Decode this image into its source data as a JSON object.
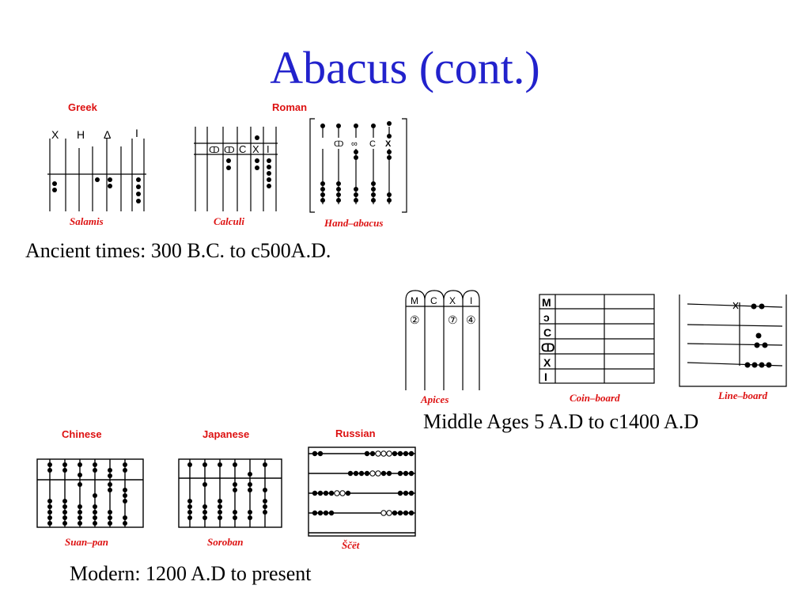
{
  "slide": {
    "title": "Abacus (cont.)",
    "captions": {
      "ancient": "Ancient times: 300 B.C. to c500A.D.",
      "middle": "Middle Ages 5 A.D to c1400 A.D",
      "modern": "Modern: 1200 A.D to present"
    }
  },
  "figures": {
    "ancient": {
      "group_labels": {
        "greek": "Greek",
        "roman": "Roman"
      },
      "salamis": {
        "name": "Salamis",
        "symbols": [
          "X",
          "H",
          "Δ",
          "I"
        ]
      },
      "calculi": {
        "name": "Calculi",
        "symbols": [
          "ↀ",
          "ↀ",
          "C",
          "X",
          "I"
        ]
      },
      "hand_abacus": {
        "name": "Hand–abacus",
        "symbols": [
          "ↀ",
          "∞",
          "C",
          "X"
        ]
      }
    },
    "middle": {
      "apices": {
        "name": "Apices",
        "letters": [
          "M",
          "C",
          "X",
          "I"
        ],
        "digits": [
          "②",
          "⑦",
          "④"
        ]
      },
      "coin_board": {
        "name": "Coin–board",
        "symbols": [
          "M",
          "ↄ",
          "C",
          "ↀ",
          "X",
          "I"
        ]
      },
      "line_board": {
        "name": "Line–board"
      }
    },
    "modern": {
      "chinese": {
        "label": "Chinese",
        "name": "Suan–pan"
      },
      "japanese": {
        "label": "Japanese",
        "name": "Soroban"
      },
      "russian": {
        "label": "Russian",
        "name": "Ščët"
      }
    }
  }
}
